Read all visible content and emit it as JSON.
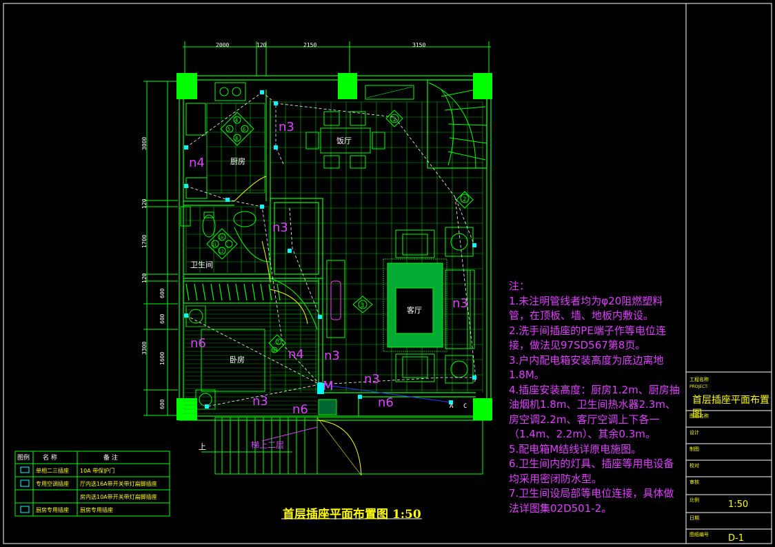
{
  "drawing": {
    "title": "首层插座平面布置图  1:50",
    "dims_top": [
      "2000",
      "120",
      "2150",
      "3150"
    ],
    "dims_left": [
      "3000",
      "120",
      "1700",
      "120",
      "600",
      "600",
      "3300",
      "1600",
      "600"
    ],
    "rooms": {
      "kitchen": "厨房",
      "dining": "饭厅",
      "bath": "卫生间",
      "living": "客厅",
      "bedroom": "卧房"
    },
    "stair_label": "上",
    "stair_up": "梯上二层",
    "circuits": [
      "n4",
      "n3",
      "n3",
      "n3",
      "n4",
      "n3",
      "n6",
      "n3",
      "n6",
      "n3",
      "n6"
    ],
    "circuit_misc": "M",
    "markers": [
      "1",
      "2",
      "3",
      "4",
      "5",
      "6",
      "7",
      "8",
      "9",
      "10",
      "11",
      "12"
    ],
    "corner_socket_a": "A",
    "corner_socket_c": "C"
  },
  "legend": {
    "headers": [
      "图例",
      "名  称",
      "备  注"
    ],
    "rows": [
      {
        "name": "单相二三插座",
        "note": "10A  带保护门"
      },
      {
        "name": "专用空调插座",
        "note": "厅内选16A带开关带灯扁脚插座"
      },
      {
        "name": "",
        "note": "房内选10A带开关带灯扁脚插座"
      },
      {
        "name": "厨房专用插座",
        "note": "厨房专用插座"
      }
    ]
  },
  "notes": {
    "heading": "注：",
    "items": [
      "1.未注明管线者均为φ20阻燃塑料管，在顶板、墙、地板内敷设。",
      "2.洗手间插座的PE端子作等电位连接，做法见97SD567第8页。",
      "3.户内配电箱安装高度为底边离地1.8M。",
      "4.插座安装高度：厨房1.2m、厨房抽油烟机1.8m、卫生间热水器2.3m、房空调2.2m、客厅空调上下各一（1.4m、2.2m）、其余0.3m。",
      "5.配电箱M结线详原电施图。",
      "6.卫生间内的灯具、插座等用电设备均采用密闭防水型。",
      "7.卫生间设局部等电位连接，具体做法详图集02D501-2。"
    ]
  },
  "title_block": {
    "project_label": "工程名称",
    "project_label_en": "PROJECT:",
    "drawing_name": "首层插座平面布置图",
    "row_labels": [
      "图纸名称",
      "设计",
      "制图",
      "校对",
      "审核",
      "比例",
      "日期",
      "图纸编号"
    ],
    "scale": "1:50",
    "sheet_no": "D-1"
  },
  "colors": {
    "background": "#000000",
    "wall": "#00ff00",
    "line": "#00ff00",
    "annotation": "#e040ff",
    "title": "#ffff00",
    "socket": "#00ffff",
    "wire_blue": "#2a3cff",
    "frame": "#ffffff"
  }
}
